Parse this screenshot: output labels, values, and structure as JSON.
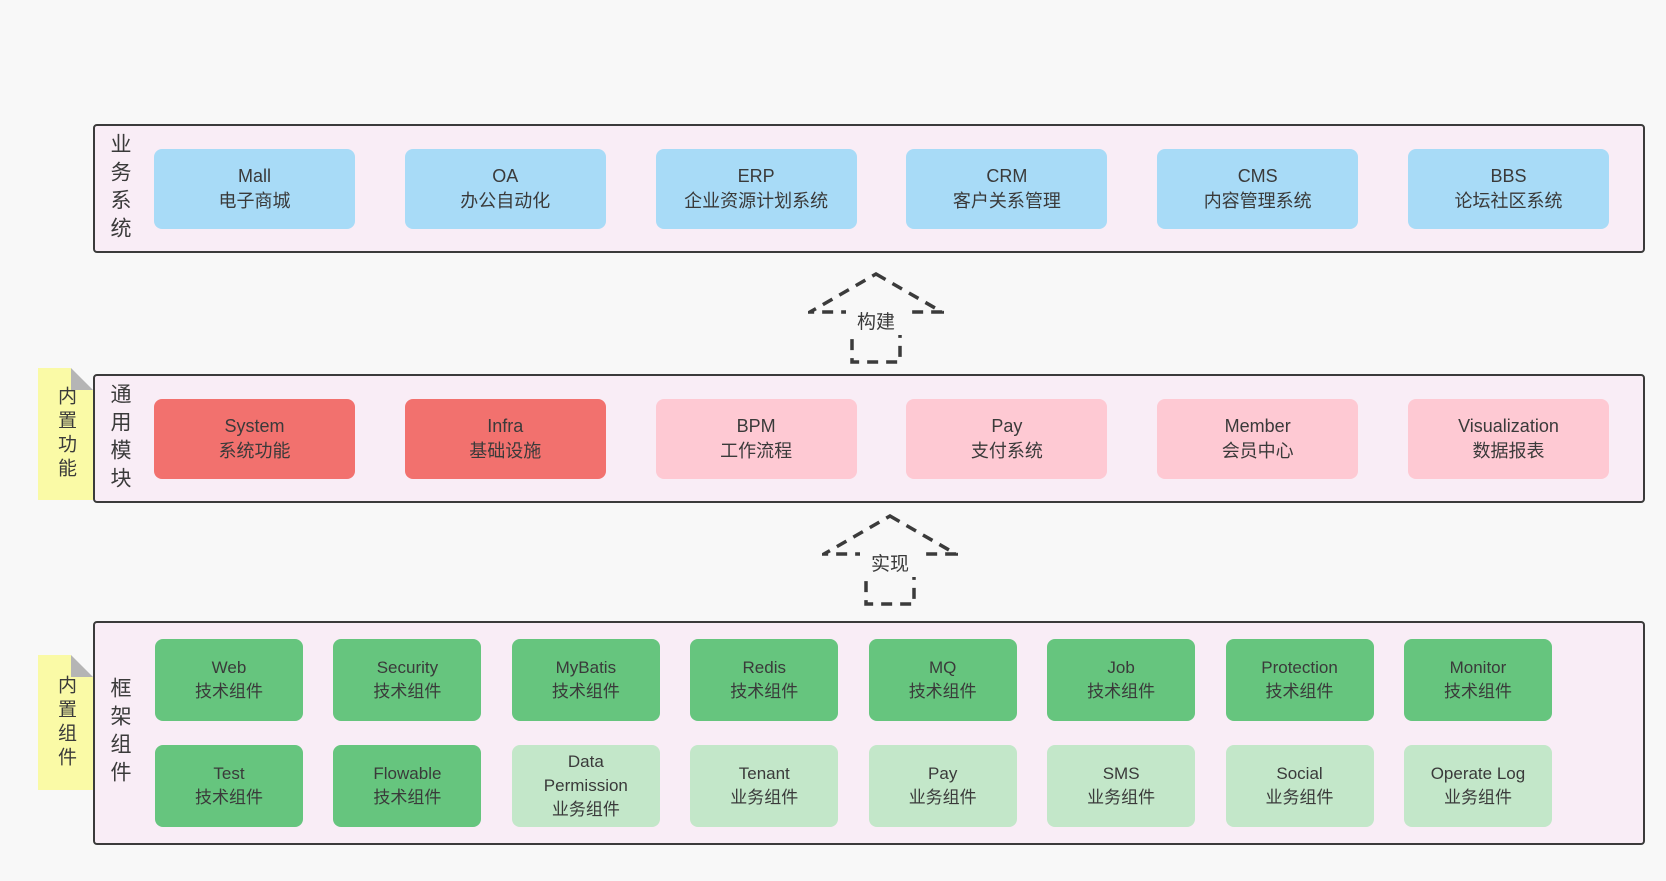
{
  "colors": {
    "page_bg": "#f8f8f8",
    "container_bg": "#f9edf6",
    "border": "#3b3b3b",
    "text": "#3a3a3a",
    "blue": "#a8dbf7",
    "red": "#f2716e",
    "pink": "#fec9d3",
    "green_dark": "#66c57e",
    "green_light": "#c3e7c9",
    "yellow": "#fafaa6",
    "fold": "#b5b5b5"
  },
  "diagram": {
    "business_systems": {
      "label": "业务系统",
      "boxes": [
        {
          "name": "Mall",
          "desc": "电子商城",
          "variant": "blue"
        },
        {
          "name": "OA",
          "desc": "办公自动化",
          "variant": "blue"
        },
        {
          "name": "ERP",
          "desc": "企业资源计划系统",
          "variant": "blue"
        },
        {
          "name": "CRM",
          "desc": "客户关系管理",
          "variant": "blue"
        },
        {
          "name": "CMS",
          "desc": "内容管理系统",
          "variant": "blue"
        },
        {
          "name": "BBS",
          "desc": "论坛社区系统",
          "variant": "blue"
        }
      ]
    },
    "build_arrow": {
      "label": "构建"
    },
    "common_modules": {
      "label": "通用模块",
      "note": "内置功能",
      "boxes": [
        {
          "name": "System",
          "desc": "系统功能",
          "variant": "red"
        },
        {
          "name": "Infra",
          "desc": "基础设施",
          "variant": "red"
        },
        {
          "name": "BPM",
          "desc": "工作流程",
          "variant": "pink"
        },
        {
          "name": "Pay",
          "desc": "支付系统",
          "variant": "pink"
        },
        {
          "name": "Member",
          "desc": "会员中心",
          "variant": "pink"
        },
        {
          "name": "Visualization",
          "desc": "数据报表",
          "variant": "pink"
        }
      ]
    },
    "implement_arrow": {
      "label": "实现"
    },
    "framework_components": {
      "label": "框架组件",
      "note": "内置组件",
      "row1": [
        {
          "name": "Web",
          "desc": "技术组件",
          "variant": "gdark"
        },
        {
          "name": "Security",
          "desc": "技术组件",
          "variant": "gdark"
        },
        {
          "name": "MyBatis",
          "desc": "技术组件",
          "variant": "gdark"
        },
        {
          "name": "Redis",
          "desc": "技术组件",
          "variant": "gdark"
        },
        {
          "name": "MQ",
          "desc": "技术组件",
          "variant": "gdark"
        },
        {
          "name": "Job",
          "desc": "技术组件",
          "variant": "gdark"
        },
        {
          "name": "Protection",
          "desc": "技术组件",
          "variant": "gdark"
        },
        {
          "name": "Monitor",
          "desc": "技术组件",
          "variant": "gdark"
        }
      ],
      "row2": [
        {
          "name": "Test",
          "desc": "技术组件",
          "variant": "gdark"
        },
        {
          "name": "Flowable",
          "desc": "技术组件",
          "variant": "gdark"
        },
        {
          "name": "Data Permission",
          "desc": "业务组件",
          "variant": "glight"
        },
        {
          "name": "Tenant",
          "desc": "业务组件",
          "variant": "glight"
        },
        {
          "name": "Pay",
          "desc": "业务组件",
          "variant": "glight"
        },
        {
          "name": "SMS",
          "desc": "业务组件",
          "variant": "glight"
        },
        {
          "name": "Social",
          "desc": "业务组件",
          "variant": "glight"
        },
        {
          "name": "Operate Log",
          "desc": "业务组件",
          "variant": "glight"
        }
      ]
    }
  }
}
